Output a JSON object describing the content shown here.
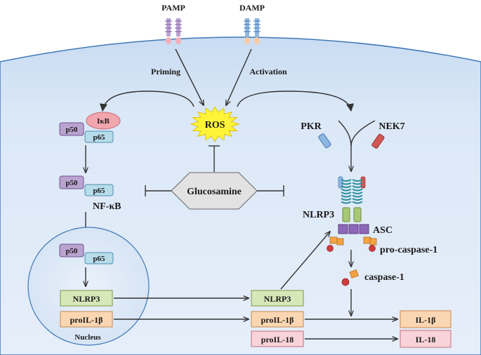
{
  "labels": {
    "pamp": "PAMP",
    "damp": "DAMP",
    "priming": "Priming",
    "activation": "Activation",
    "ros": "ROS",
    "glucosamine": "Glucosamine",
    "ikb": "IκB",
    "p50": "p50",
    "p65": "p65",
    "nfkb": "NF-κB",
    "nucleus": "Nucleus",
    "nlrp3": "NLRP3",
    "proil1b": "proIL-1β",
    "proil18": "proIL-18",
    "pkr": "PKR",
    "nek7": "NEK7",
    "asc": "ASC",
    "procaspase1": "pro-caspase-1",
    "caspase1": "caspase-1",
    "il1b": "IL-1β",
    "il18": "IL-18"
  },
  "colors": {
    "cell": "#d7e6f6",
    "cell_edge": "#3e78b8",
    "p50": "#b9a3cf",
    "p65": "#b7dcea",
    "ikb": "#f2a6ae",
    "nlrp3_box": "#d6e7b8",
    "proil1b_box": "#fbd6b2",
    "pink_box": "#f9d3da",
    "ros": "#fff43a",
    "glucosamine": "#e2e2e2"
  }
}
